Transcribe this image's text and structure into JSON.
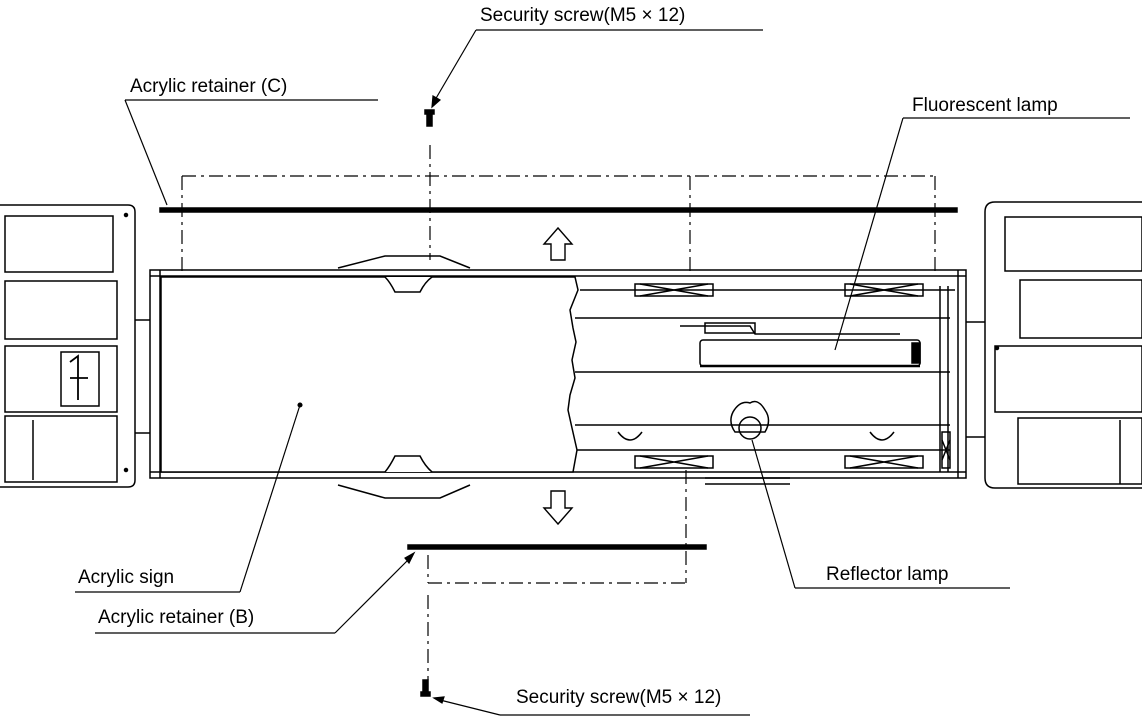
{
  "labels": {
    "security_screw_top": "Security screw(M5 × 12)",
    "acrylic_retainer_c": "Acrylic retainer (C)",
    "fluorescent_lamp": "Fluorescent lamp",
    "acrylic_sign": "Acrylic sign",
    "reflector_lamp": "Reflector lamp",
    "acrylic_retainer_b": "Acrylic retainer (B)",
    "security_screw_bottom": "Security screw(M5 × 12)",
    "digit_display": "1"
  },
  "colors": {
    "ink": "#000000",
    "paper": "#ffffff"
  },
  "icons": [
    "arrow-up-icon",
    "arrow-down-icon",
    "screw-icon",
    "digit-display-icon"
  ]
}
